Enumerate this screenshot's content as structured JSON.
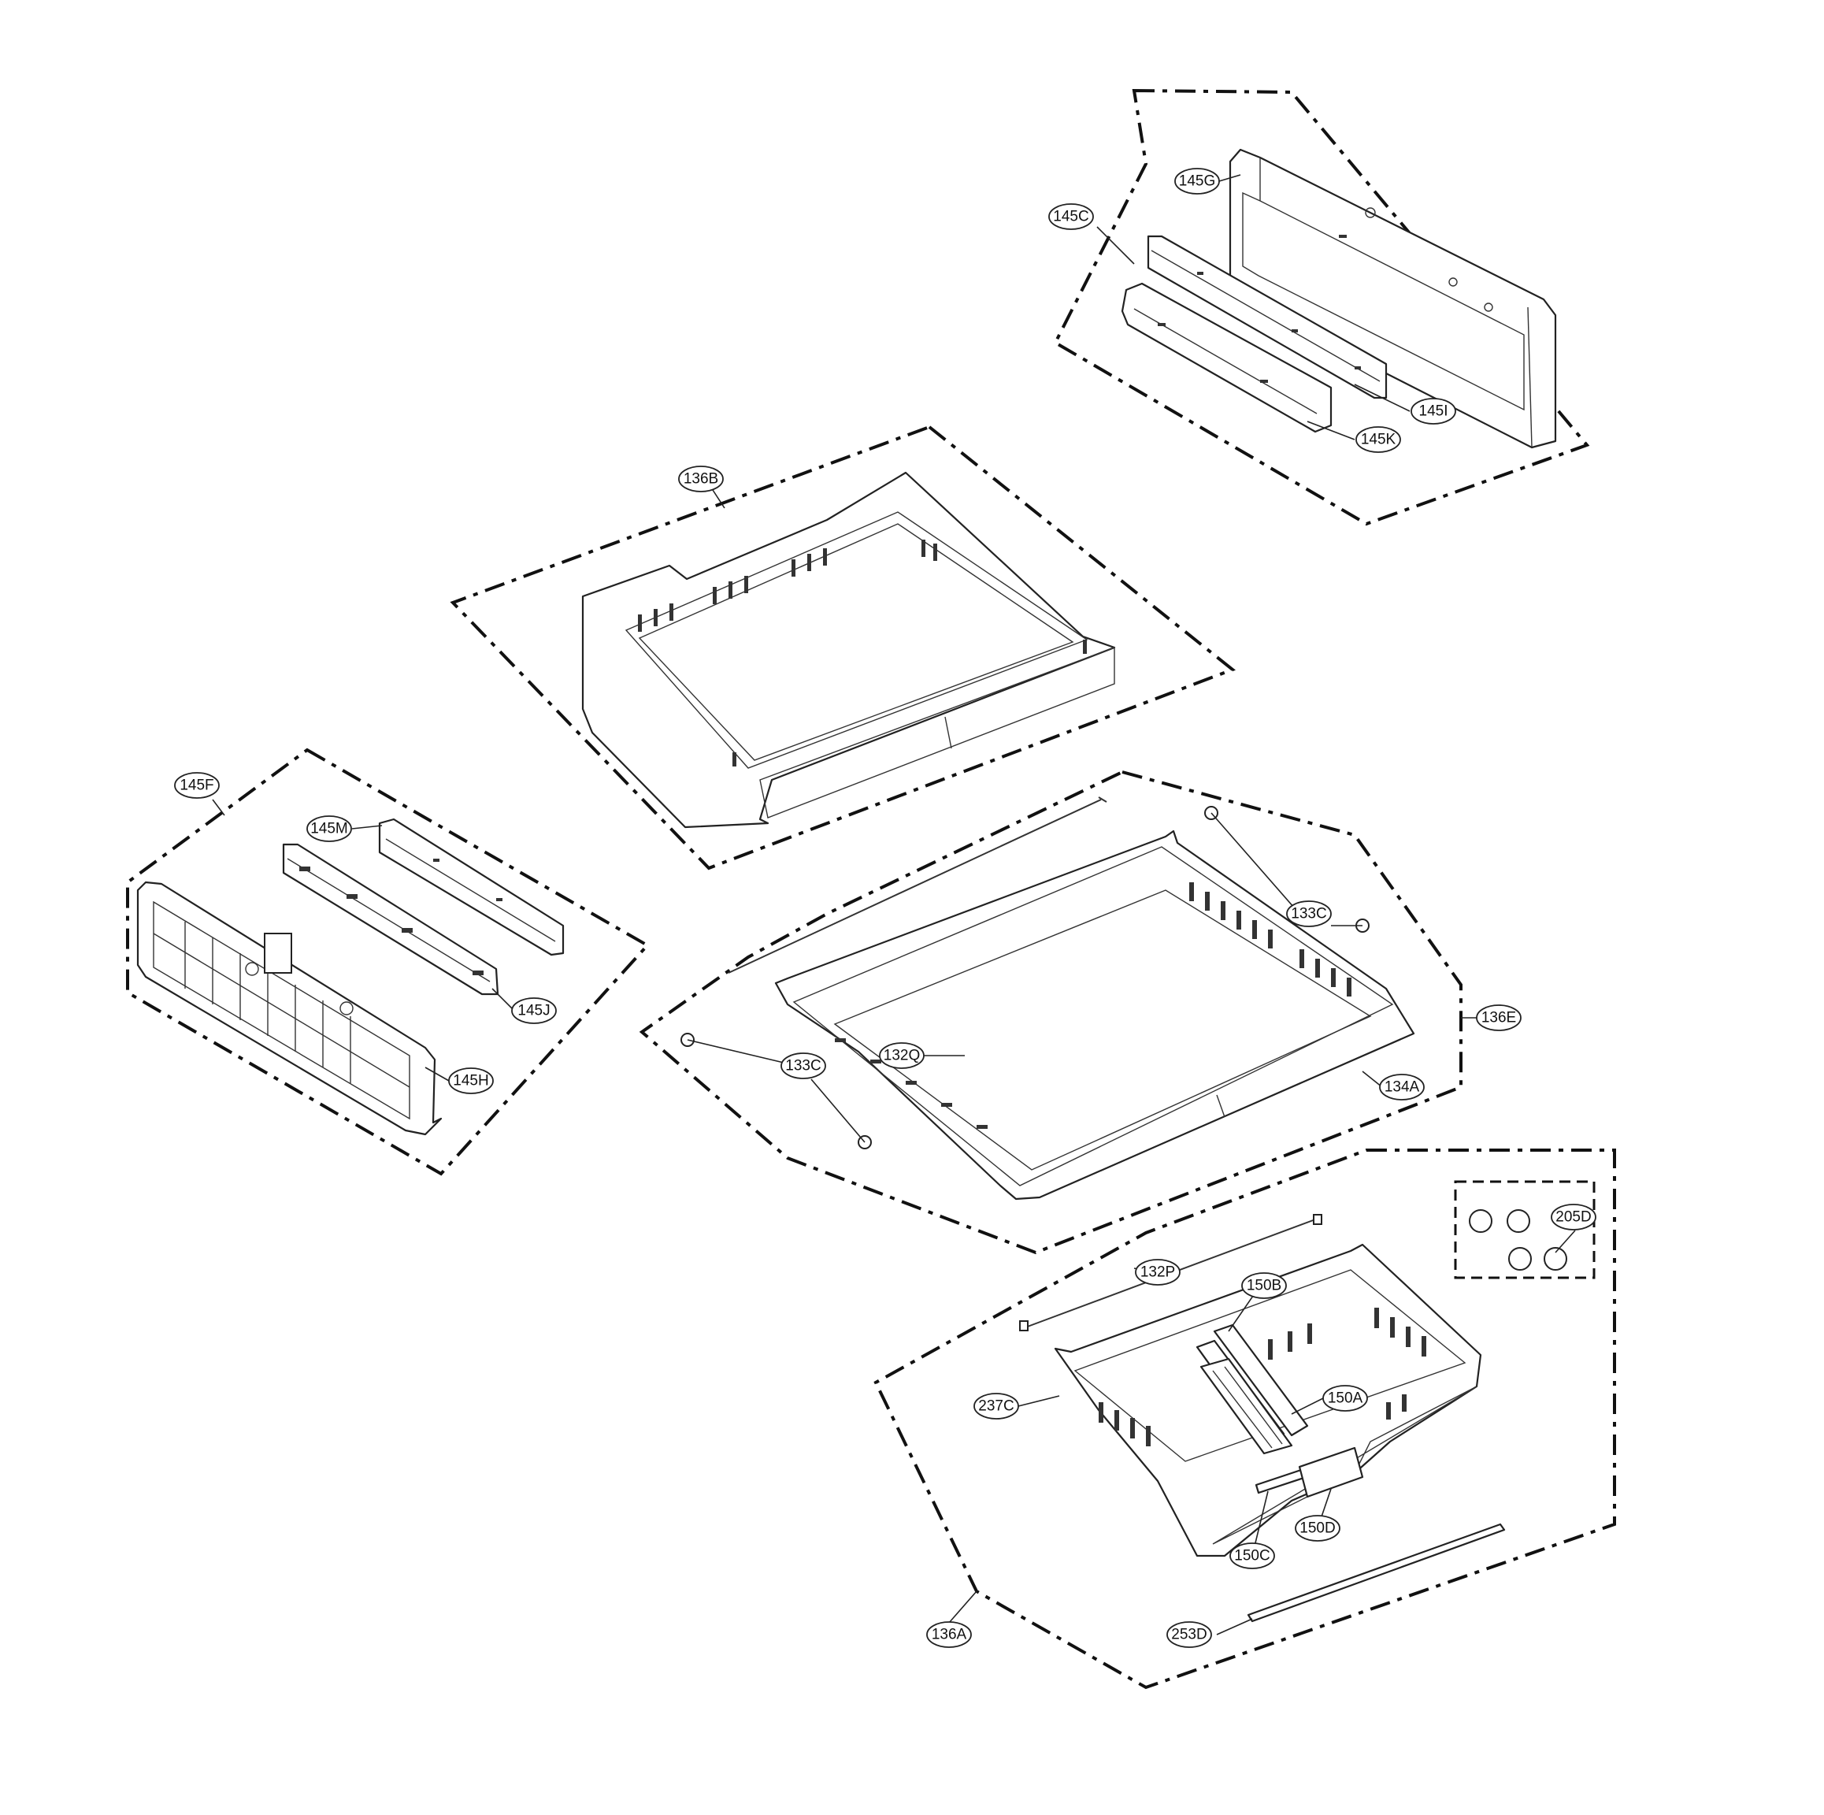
{
  "callouts": [
    {
      "id": "145G",
      "label": "145G"
    },
    {
      "id": "145C",
      "label": "145C"
    },
    {
      "id": "145I",
      "label": "145I"
    },
    {
      "id": "145K",
      "label": "145K"
    },
    {
      "id": "136B",
      "label": "136B"
    },
    {
      "id": "145F",
      "label": "145F"
    },
    {
      "id": "145M",
      "label": "145M"
    },
    {
      "id": "145J",
      "label": "145J"
    },
    {
      "id": "145H",
      "label": "145H"
    },
    {
      "id": "133C-upper",
      "label": "133C"
    },
    {
      "id": "132Q",
      "label": "132Q"
    },
    {
      "id": "136E",
      "label": "136E"
    },
    {
      "id": "133C-lower",
      "label": "133C"
    },
    {
      "id": "134A",
      "label": "134A"
    },
    {
      "id": "205D",
      "label": "205D"
    },
    {
      "id": "132P",
      "label": "132P"
    },
    {
      "id": "150B",
      "label": "150B"
    },
    {
      "id": "237C",
      "label": "237C"
    },
    {
      "id": "150A",
      "label": "150A"
    },
    {
      "id": "150D",
      "label": "150D"
    },
    {
      "id": "150C",
      "label": "150C"
    },
    {
      "id": "136A",
      "label": "136A"
    },
    {
      "id": "253D",
      "label": "253D"
    }
  ],
  "groups": [
    {
      "id": "145C",
      "name": "145C"
    },
    {
      "id": "136B",
      "name": "136B"
    },
    {
      "id": "145F",
      "name": "145F"
    },
    {
      "id": "136E",
      "name": "136E"
    },
    {
      "id": "136A",
      "name": "136A"
    },
    {
      "id": "205D",
      "name": "205D"
    }
  ]
}
